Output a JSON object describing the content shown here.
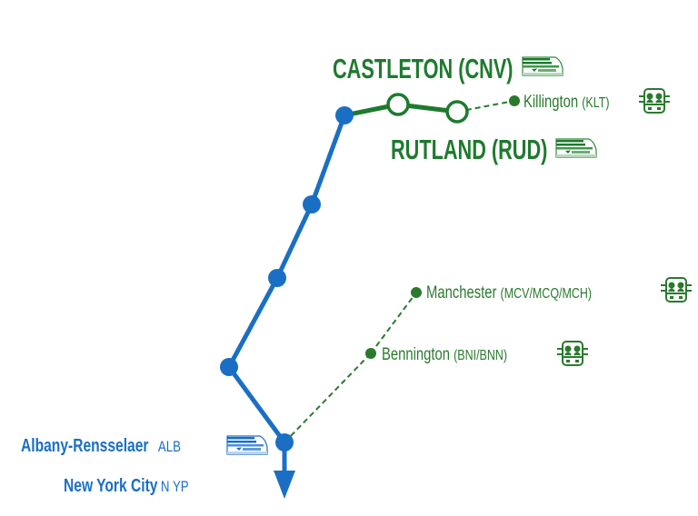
{
  "colors": {
    "rail_line": "#1a6fc4",
    "extension_line": "#1e7a2e",
    "bus_link": "#2a7a2e",
    "open_station_fill": "#ffffff"
  },
  "stations": {
    "castleton": {
      "name": "CASTLETON",
      "code": "(CNV)",
      "icon": "amtrak-train-icon"
    },
    "rutland": {
      "name": "RUTLAND",
      "code": "(RUD)",
      "icon": "amtrak-train-icon"
    },
    "albany": {
      "name": "Albany-Rensselaer",
      "code": "ALB",
      "icon": "amtrak-train-icon"
    },
    "nyc": {
      "name": "New York City",
      "code": "N YP"
    }
  },
  "bus_connections": [
    {
      "name": "Killington",
      "code": "(KLT)",
      "icon": "bus-icon"
    },
    {
      "name": "Manchester",
      "code": "(MCV/MCQ/MCH)",
      "icon": "bus-icon"
    },
    {
      "name": "Bennington",
      "code": "(BNI/BNN)",
      "icon": "bus-icon"
    }
  ]
}
